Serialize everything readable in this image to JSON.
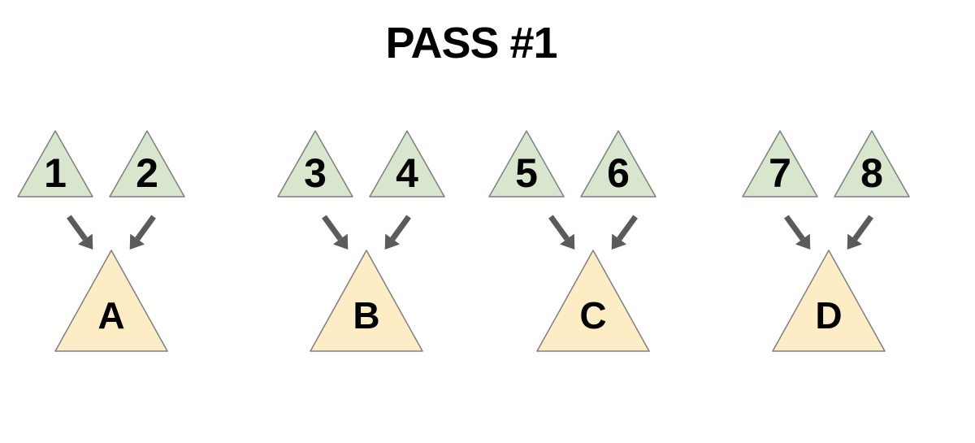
{
  "title": "PASS #1",
  "colors": {
    "background": "#ffffff",
    "small_triangle_fill": "#d8e6cd",
    "large_triangle_fill": "#fcedc5",
    "triangle_stroke": "#7f7f7f",
    "arrow": "#5b5b5b",
    "text": "#000000"
  },
  "groups": [
    {
      "inputs": [
        "1",
        "2"
      ],
      "output": "A"
    },
    {
      "inputs": [
        "3",
        "4"
      ],
      "output": "B"
    },
    {
      "inputs": [
        "5",
        "6"
      ],
      "output": "C"
    },
    {
      "inputs": [
        "7",
        "8"
      ],
      "output": "D"
    }
  ]
}
